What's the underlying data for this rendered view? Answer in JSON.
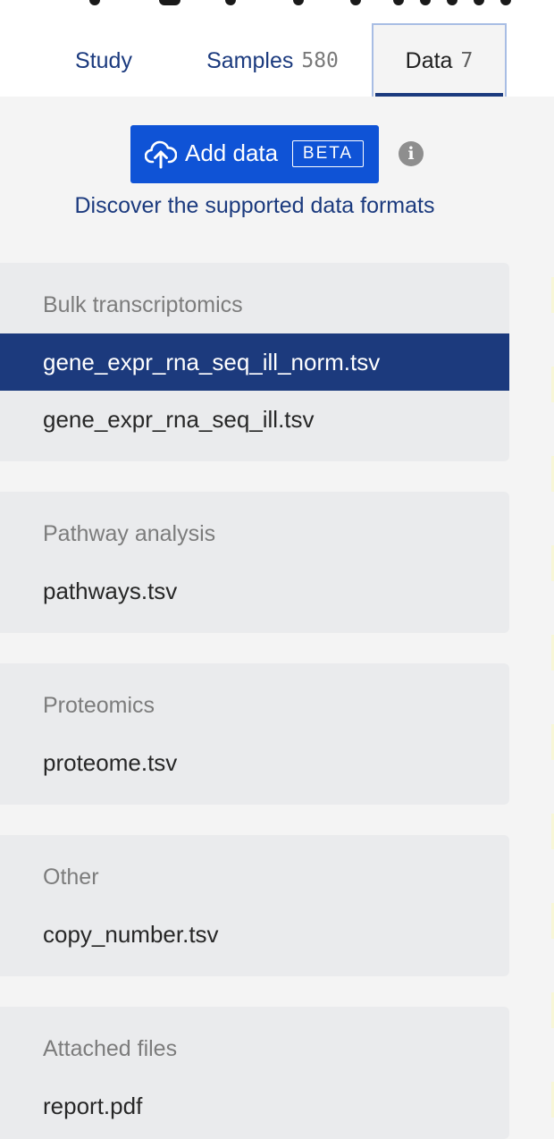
{
  "tabs": {
    "study": {
      "label": "Study"
    },
    "samples": {
      "label": "Samples",
      "count": "580"
    },
    "data": {
      "label": "Data",
      "count": "7"
    }
  },
  "actions": {
    "add_data_label": "Add data",
    "beta_badge": "BETA",
    "discover_link": "Discover the supported data formats",
    "icons": {
      "upload": "cloud-upload-icon",
      "info": "info-icon"
    }
  },
  "groups": [
    {
      "title": "Bulk transcriptomics",
      "files": [
        "gene_expr_rna_seq_ill_norm.tsv",
        "gene_expr_rna_seq_ill.tsv"
      ]
    },
    {
      "title": "Pathway analysis",
      "files": [
        "pathways.tsv"
      ]
    },
    {
      "title": "Proteomics",
      "files": [
        "proteome.tsv"
      ]
    },
    {
      "title": "Other",
      "files": [
        "copy_number.tsv"
      ]
    },
    {
      "title": "Attached files",
      "files": [
        "report.pdf"
      ]
    }
  ],
  "selected_file": "gene_expr_rna_seq_ill_norm.tsv",
  "colors": {
    "accent": "#0f53d6",
    "navy": "#1b3a7e",
    "selected_row": "#1c3a7d",
    "panel": "#eaebed",
    "background": "#f4f4f4"
  }
}
